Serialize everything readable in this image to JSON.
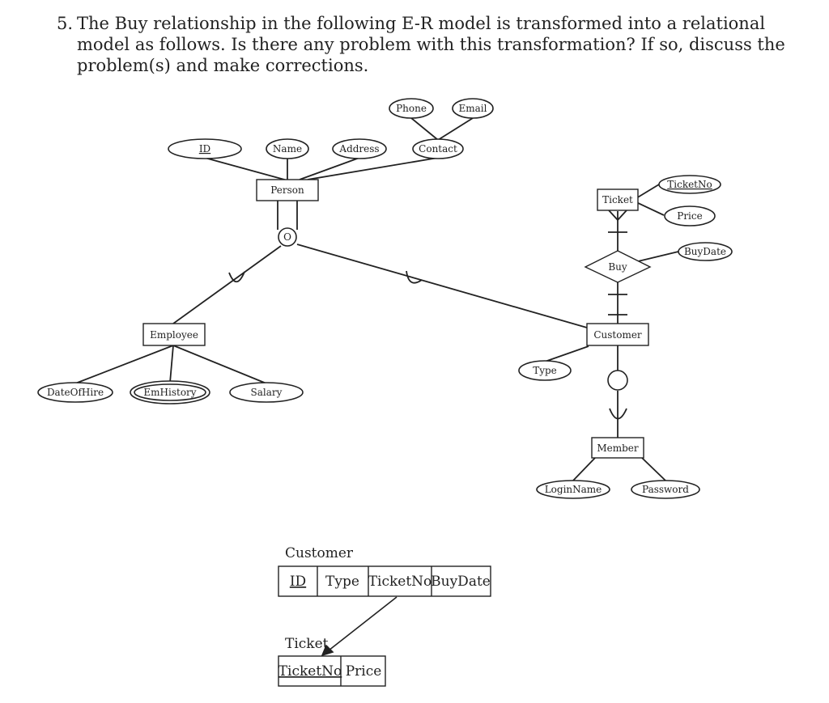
{
  "question": {
    "number": "5.",
    "text": "The Buy relationship in the following E-R model is transformed into a relational model as follows. Is there any problem with this transformation? If so, discuss the problem(s) and make corrections."
  },
  "er": {
    "entities": {
      "person": "Person",
      "employee": "Employee",
      "customer": "Customer",
      "member": "Member",
      "ticket": "Ticket"
    },
    "relationships": {
      "buy": "Buy"
    },
    "disjointness": {
      "person_overlap": "O"
    },
    "attributes": {
      "id": "ID",
      "name": "Name",
      "address": "Address",
      "contact": "Contact",
      "phone": "Phone",
      "email": "Email",
      "ticketno": "TicketNo",
      "price": "Price",
      "buydate": "BuyDate",
      "type": "Type",
      "dateofhire": "DateOfHire",
      "emhistory": "EmHistory",
      "salary": "Salary",
      "loginname": "LoginName",
      "password": "Password"
    }
  },
  "relational": {
    "customer_table": {
      "name": "Customer",
      "columns": [
        "ID",
        "Type",
        "TicketNo",
        "BuyDate"
      ]
    },
    "ticket_table": {
      "name": "Ticket",
      "columns": [
        "TicketNo",
        "Price"
      ]
    }
  }
}
